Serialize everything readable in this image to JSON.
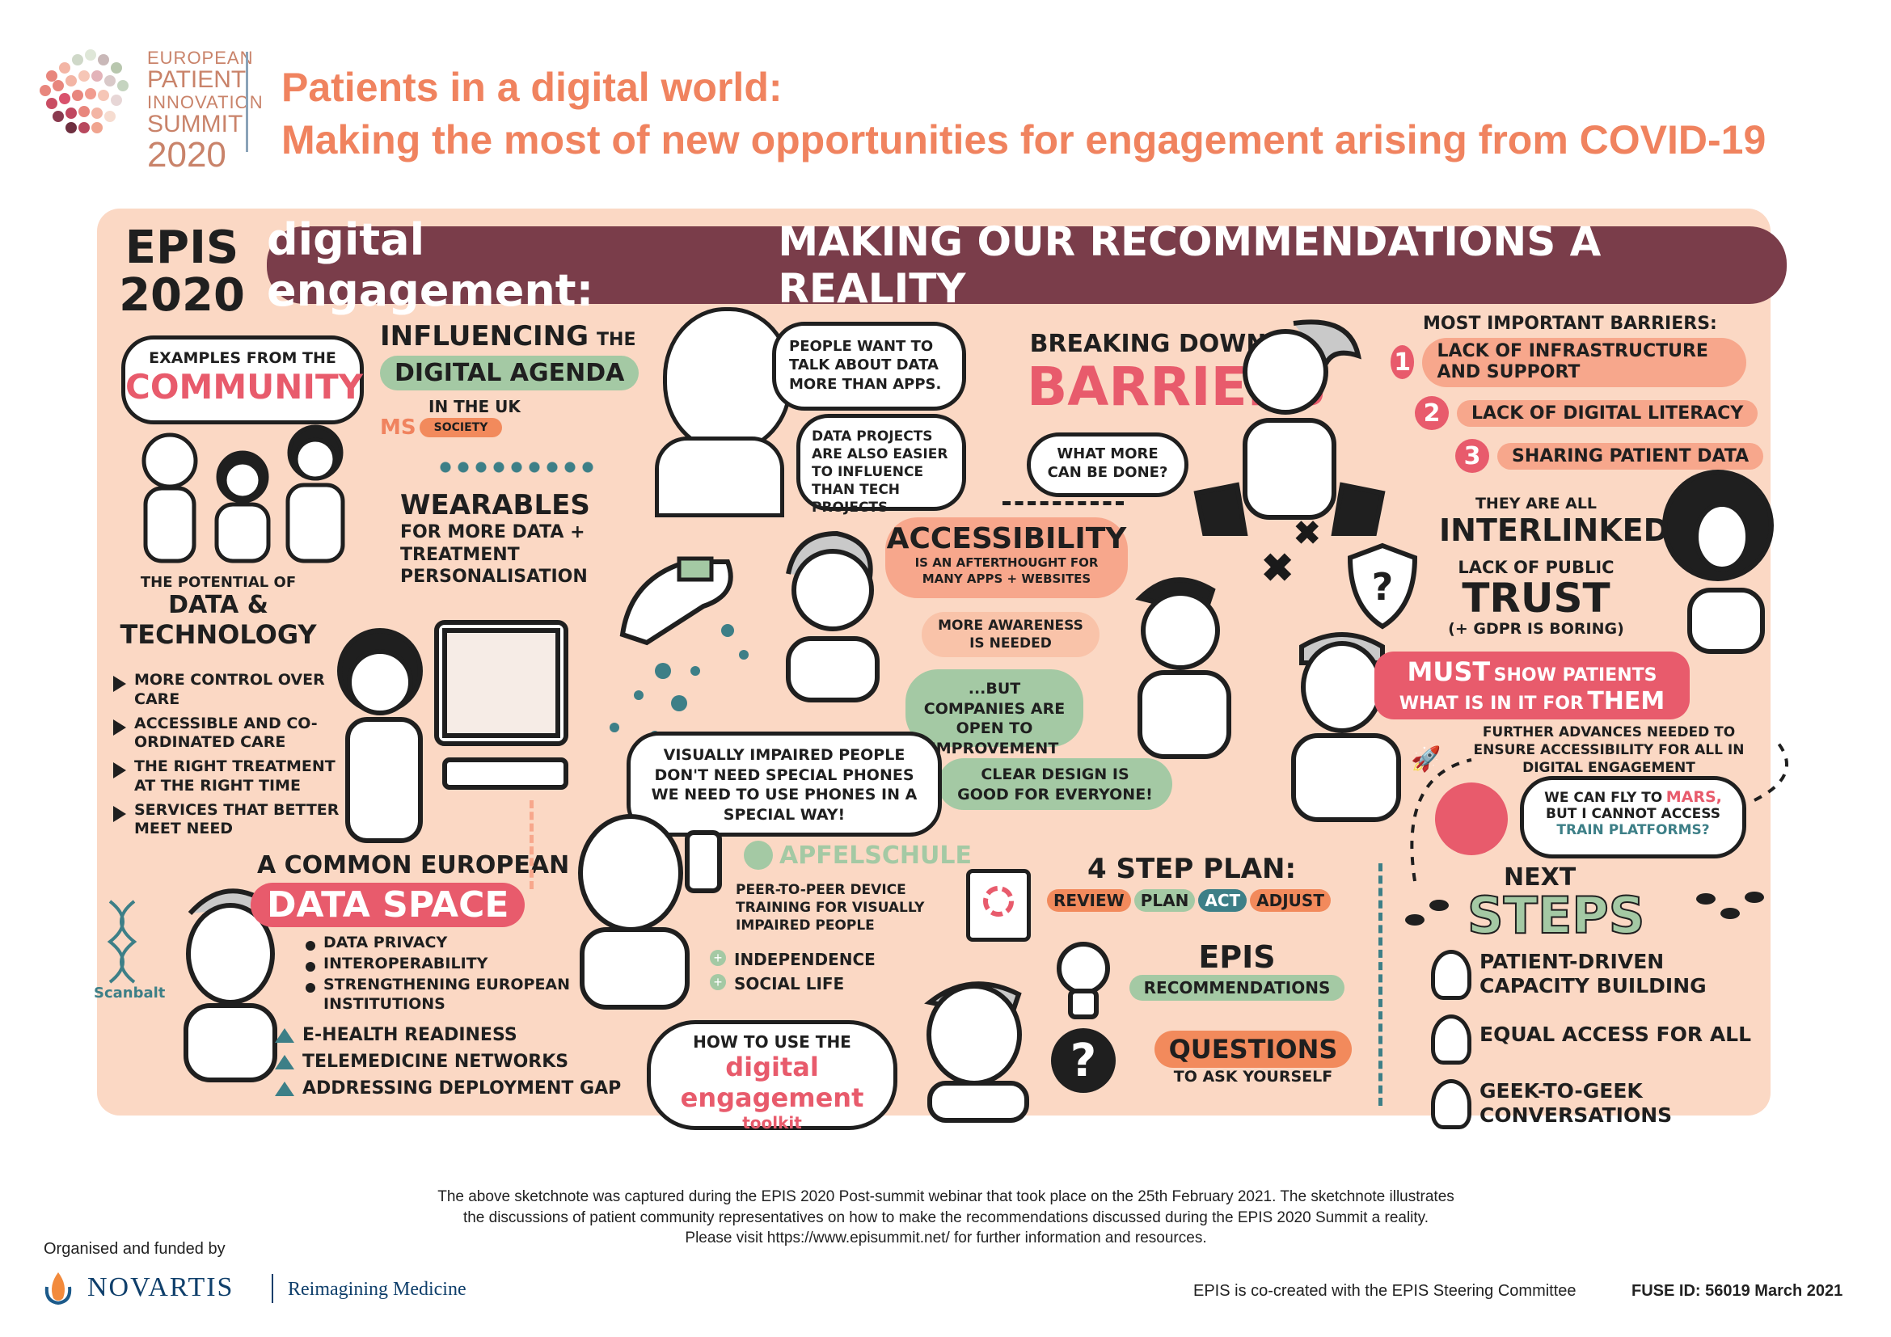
{
  "logo": {
    "line1": "EUROPEAN",
    "line2": "PATIENT",
    "line3": "INNOVATION",
    "line4": "SUMMIT",
    "year": "2020"
  },
  "title": {
    "line1": "Patients in a digital world:",
    "line2": "Making the most of new opportunities for engagement arising from COVID-19"
  },
  "board": {
    "epis": "EPIS 2020",
    "banner_a": "digital engagement:",
    "banner_b": "MAKING OUR RECOMMENDATIONS A REALITY",
    "community_top": "EXAMPLES FROM THE",
    "community": "COMMUNITY",
    "influencing_a": "INFLUENCING",
    "influencing_b": "THE",
    "digital_agenda": "DIGITAL AGENDA",
    "in_uk": "IN THE UK",
    "ms": "MS",
    "society": "SOCIETY",
    "people_want": "PEOPLE WANT TO TALK ABOUT DATA MORE THAN APPS.",
    "data_projects": "DATA PROJECTS ARE ALSO EASIER TO INFLUENCE THAN TECH PROJECTS",
    "wearables": "WEARABLES",
    "wearables_sub": "FOR MORE DATA + TREATMENT PERSONALISATION",
    "potential_top": "THE POTENTIAL OF",
    "potential_a": "DATA &",
    "potential_b": "TECHNOLOGY",
    "potential_items": [
      "MORE CONTROL OVER CARE",
      "ACCESSIBLE AND CO-ORDINATED CARE",
      "THE RIGHT TREATMENT AT THE RIGHT TIME",
      "SERVICES THAT BETTER MEET NEED"
    ],
    "breaking": "BREAKING DOWN",
    "barriers": "BARRIERS",
    "what_more": "WHAT MORE CAN BE DONE?",
    "barriers_title": "MOST IMPORTANT BARRIERS:",
    "barrier_items": [
      "LACK OF INFRASTRUCTURE AND SUPPORT",
      "LACK OF DIGITAL LITERACY",
      "SHARING PATIENT DATA"
    ],
    "barrier_nums": [
      "1",
      "2",
      "3"
    ],
    "accessibility": "ACCESSIBILITY",
    "accessibility_sub": "IS AN AFTERTHOUGHT FOR MANY APPS + WEBSITES",
    "more_awareness": "MORE AWARENESS IS NEEDED",
    "but_companies": "...BUT COMPANIES ARE OPEN TO IMPROVEMENT",
    "clear_design": "CLEAR DESIGN IS GOOD FOR EVERYONE!",
    "interlinked_top": "THEY ARE ALL",
    "interlinked": "INTERLINKED",
    "lack_public": "LACK OF PUBLIC",
    "trust": "TRUST",
    "gdpr": "(+ GDPR IS BORING)",
    "must_a": "MUST",
    "must_b": "SHOW PATIENTS",
    "must_c": "WHAT IS IN IT FOR",
    "must_d": "THEM",
    "further": "FURTHER ADVANCES NEEDED TO ENSURE ACCESSIBILITY FOR ALL IN DIGITAL ENGAGEMENT",
    "mars_a": "WE CAN FLY TO",
    "mars_b": "MARS,",
    "mars_c": "BUT I CANNOT ACCESS",
    "mars_d": "TRAIN PLATFORMS?",
    "visually": "VISUALLY IMPAIRED PEOPLE DON'T NEED SPECIAL PHONES WE NEED TO USE PHONES IN A SPECIAL WAY!",
    "apfelschule": "APFELSCHULE",
    "peer": "PEER-TO-PEER DEVICE TRAINING FOR VISUALLY IMPAIRED PEOPLE",
    "peer_items": [
      "INDEPENDENCE",
      "SOCIAL LIFE"
    ],
    "common": "A COMMON EUROPEAN",
    "data_space": "DATA SPACE",
    "space_items": [
      "DATA PRIVACY",
      "INTEROPERABILITY",
      "STRENGTHENING EUROPEAN INSTITUTIONS"
    ],
    "space_ups": [
      "E-HEALTH READINESS",
      "TELEMEDICINE NETWORKS",
      "ADDRESSING DEPLOYMENT GAP"
    ],
    "scanbalt": "Scanbalt",
    "how_a": "HOW TO USE THE",
    "how_b": "digital engagement",
    "how_c": "toolkit",
    "step_plan": "4 STEP PLAN:",
    "steps": [
      "REVIEW",
      "PLAN",
      "ACT",
      "ADJUST"
    ],
    "epis_rec_a": "EPIS",
    "epis_rec_b": "RECOMMENDATIONS",
    "questions": "QUESTIONS",
    "to_ask": "TO ASK YOURSELF",
    "next": "NEXT",
    "steps_big": "STEPS",
    "next_items": [
      "PATIENT-DRIVEN CAPACITY BUILDING",
      "EQUAL ACCESS FOR ALL",
      "GEEK-TO-GEEK CONVERSATIONS"
    ]
  },
  "footer": {
    "line1": "The above sketchnote was captured during the EPIS 2020 Post-summit webinar that took place on the 25th February 2021. The sketchnote illustrates",
    "line2": "the discussions of patient community representatives on how to make the recommendations discussed during the EPIS 2020 Summit a reality.",
    "line3": "Please visit https://www.episummit.net/ for further information and resources.",
    "organised": "Organised and funded by",
    "novartis": "NOVARTIS",
    "reimagining": "Reimagining Medicine",
    "cocreated": "EPIS is co-created with the EPIS Steering Committee",
    "fuse": "FUSE ID: 56019 March 2021"
  },
  "colors": {
    "title": "#f0835f",
    "board": "#fbd8c4",
    "banner": "#7a3d4a",
    "pink": "#e85b6c",
    "green": "#a4c9a4",
    "salmon": "#f7a78c",
    "teal": "#3d7f87"
  }
}
